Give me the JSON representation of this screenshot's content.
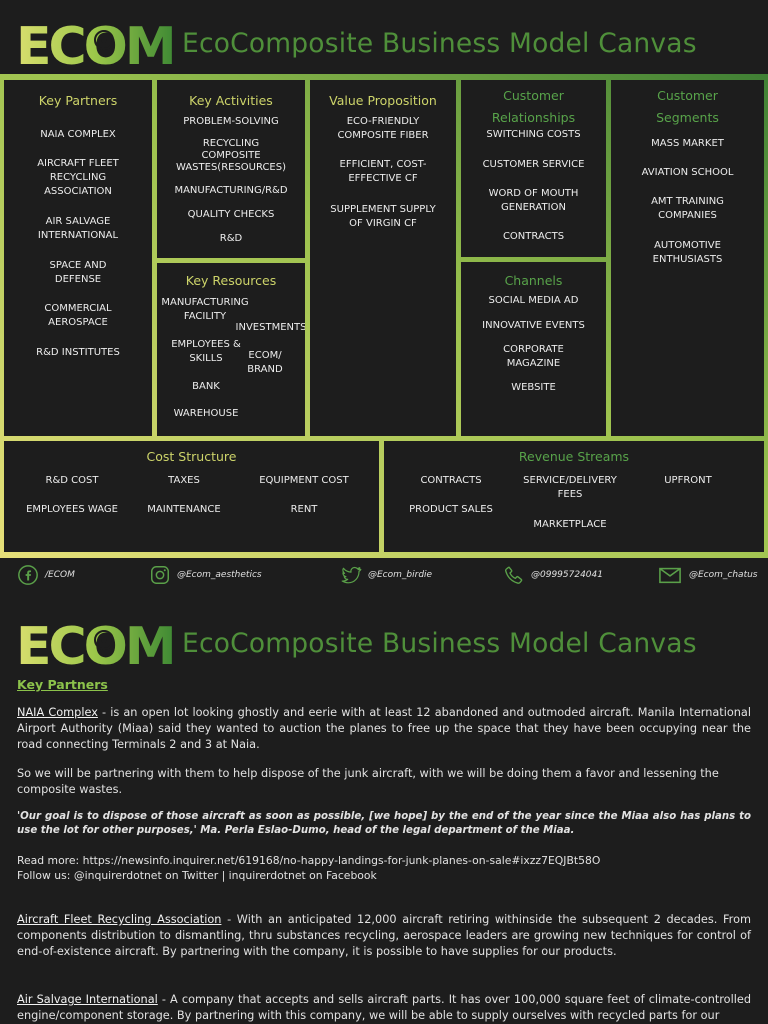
{
  "header": {
    "logo_text": "ECOM",
    "title": "EcoComposite Business Model Canvas"
  },
  "canvas": {
    "key_partners": {
      "title": "Key Partners",
      "items": [
        "NAIA COMPLEX",
        "AIRCRAFT FLEET\nRECYCLING\nASSOCIATION",
        "AIR SALVAGE\nINTERNATIONAL",
        "SPACE AND\nDEFENSE",
        "COMMERCIAL\nAEROSPACE",
        "R&D INSTITUTES"
      ]
    },
    "key_activities": {
      "title": "Key Activities",
      "items": [
        "PROBLEM-SOLVING",
        "RECYCLING\nCOMPOSITE\nWASTES(RESOURCES)",
        "MANUFACTURING/R&D",
        "QUALITY CHECKS",
        "R&D"
      ]
    },
    "key_resources": {
      "title": "Key Resources",
      "items": [
        "MANUFACTURING\nFACILITY",
        "INVESTMENTS",
        "EMPLOYEES &\nSKILLS",
        "ECOM/\nBRAND",
        "BANK",
        "WAREHOUSE"
      ]
    },
    "value_proposition": {
      "title": "Value Proposition",
      "items": [
        "ECO-FRIENDLY\nCOMPOSITE FIBER",
        "EFFICIENT, COST-\nEFFECTIVE CF",
        "SUPPLEMENT SUPPLY\nOF VIRGIN CF"
      ]
    },
    "customer_relationships": {
      "title_line1": "Customer",
      "title_line2": "Relationships",
      "items": [
        "SWITCHING COSTS",
        "CUSTOMER SERVICE",
        "WORD OF MOUTH\nGENERATION",
        "CONTRACTS"
      ]
    },
    "channels": {
      "title": "Channels",
      "items": [
        "SOCIAL MEDIA AD",
        "INNOVATIVE EVENTS",
        "CORPORATE\nMAGAZINE",
        "WEBSITE"
      ]
    },
    "customer_segments": {
      "title_line1": "Customer",
      "title_line2": "Segments",
      "items": [
        "MASS MARKET",
        "AVIATION SCHOOL",
        "AMT TRAINING\nCOMPANIES",
        "AUTOMOTIVE\nENTHUSIASTS"
      ]
    },
    "cost_structure": {
      "title": "Cost Structure",
      "items": [
        "R&D COST",
        "TAXES",
        "EQUIPMENT COST",
        "EMPLOYEES WAGE",
        "MAINTENANCE",
        "RENT"
      ]
    },
    "revenue_streams": {
      "title": "Revenue Streams",
      "items": [
        "CONTRACTS",
        "SERVICE/DELIVERY\nFEES",
        "UPFRONT",
        "PRODUCT SALES",
        "MARKETPLACE"
      ]
    }
  },
  "social": [
    {
      "icon": "facebook-icon",
      "handle": "/ECOM"
    },
    {
      "icon": "instagram-icon",
      "handle": "@Ecom_aesthetics"
    },
    {
      "icon": "twitter-icon",
      "handle": "@Ecom_birdie"
    },
    {
      "icon": "phone-icon",
      "handle": "@09995724041"
    },
    {
      "icon": "mail-icon",
      "handle": "@Ecom_chatus"
    }
  ],
  "doc": {
    "heading": "Key Partners",
    "p1_name": "NAIA Complex",
    "p1_text": " - is an open lot looking ghostly and eerie with at least 12 abandoned and outmoded aircraft. Manila International Airport Authority (Miaa) said they wanted to auction the planes to free up the space that they have been occupying near the road connecting Terminals 2 and 3 at Naia.",
    "p2": "So we will be partnering with them to help dispose of the junk aircraft, with we will be doing them a favor and lessening the composite wastes.",
    "quote": "'Our goal is to dispose of those aircraft as soon as possible, [we hope] by the end of the year since the Miaa also has plans to use the lot for other purposes,' Ma. Perla Eslao-Dumo, head of the legal department of the Miaa.",
    "read_more": "Read more: https://newsinfo.inquirer.net/619168/no-happy-landings-for-junk-planes-on-sale#ixzz7EQJBt58O",
    "follow": "Follow us: @inquirerdotnet on Twitter | inquirerdotnet on Facebook",
    "p3_name": "Aircraft Fleet Recycling Association",
    "p3_text": " - With an anticipated 12,000 aircraft retiring withinside the subsequent 2 decades. From components distribution to dismantling, thru substances recycling, aerospace leaders are growing new techniques for control of end-of-existence aircraft. By partnering with the company, it is possible to have supplies for our products.",
    "p4_name": "Air Salvage International",
    "p4_text": " - A company that accepts and sells aircraft parts. It has over 100,000 square feet of climate-controlled engine/component storage. By partnering with this company, we will be able to supply ourselves with recycled parts for our"
  }
}
